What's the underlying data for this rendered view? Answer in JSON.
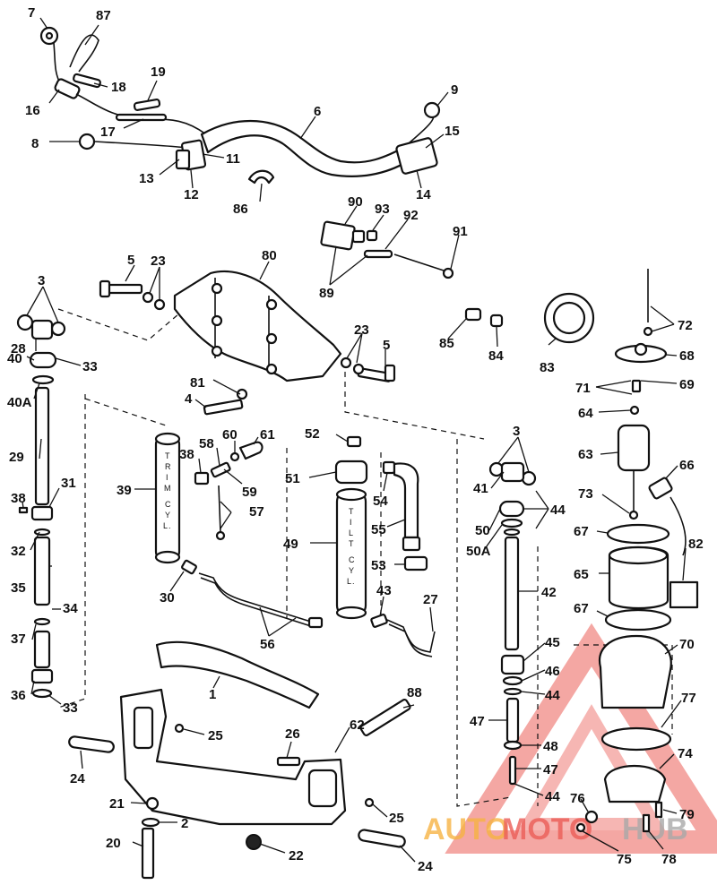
{
  "callouts": [
    "7",
    "87",
    "16",
    "18",
    "19",
    "9",
    "6",
    "15",
    "8",
    "17",
    "11",
    "13",
    "12",
    "14",
    "86",
    "90",
    "93",
    "92",
    "91",
    "89",
    "80",
    "5",
    "23",
    "3",
    "28",
    "40",
    "40A",
    "33",
    "29",
    "31",
    "38",
    "32",
    "35",
    "34",
    "37",
    "36",
    "33",
    "81",
    "4",
    "23",
    "5",
    "85",
    "84",
    "83",
    "72",
    "68",
    "71",
    "69",
    "64",
    "63",
    "66",
    "73",
    "67",
    "65",
    "82",
    "67",
    "70",
    "77",
    "74",
    "76",
    "79",
    "78",
    "75",
    "3",
    "41",
    "44",
    "50",
    "50A",
    "42",
    "45",
    "46",
    "44",
    "47",
    "48",
    "47",
    "44",
    "52",
    "51",
    "54",
    "55",
    "53",
    "49",
    "43",
    "27",
    "56",
    "61",
    "60",
    "58",
    "38",
    "59",
    "57",
    "39",
    "30",
    "1",
    "25",
    "26",
    "62",
    "88",
    "24",
    "21",
    "2",
    "20",
    "22",
    "25",
    "24"
  ],
  "cylinder_labels": {
    "trim": [
      "T",
      "R",
      "I",
      "M",
      "C",
      "Y",
      "L."
    ],
    "tilt": [
      "T",
      "I",
      "L",
      "T",
      "C",
      "Y",
      "L."
    ]
  },
  "watermark": {
    "word_part1": "AUTO",
    "word_part2": "MOTO",
    "word_part3": "HUB",
    "orange": "#f5a623",
    "red": "#e8413a",
    "gray": "#9a9a9a"
  }
}
